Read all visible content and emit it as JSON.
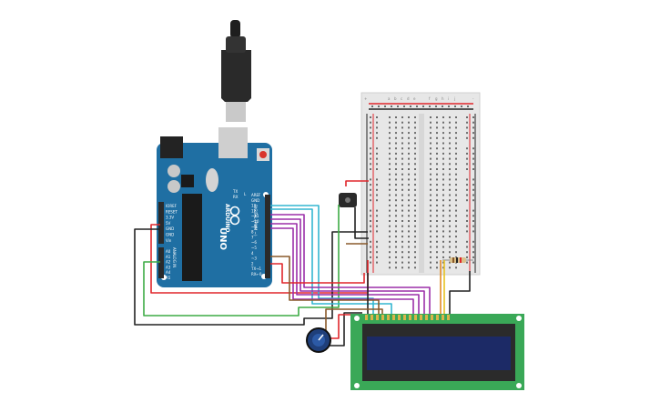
{
  "arduino": {
    "brand": "ARDUINO",
    "model": "UNO",
    "header_digital": "DIGITAL (PWM ~)",
    "header_analog": "ANALOG IN",
    "label_tx": "TX",
    "label_rx": "RX",
    "label_l": "L",
    "power_pins": [
      "IOREF",
      "RESET",
      "3.3V",
      "5V",
      "GND",
      "GND",
      "Vin"
    ],
    "analog_pins": [
      "A0",
      "A1",
      "A2",
      "A3",
      "A4",
      "A5"
    ],
    "digital_pins": [
      "AREF",
      "GND",
      "13",
      "12",
      "~11",
      "~10",
      "~9",
      "8",
      "7",
      "~6",
      "~5",
      "4",
      "~3",
      "2",
      "TX→1",
      "RX←0"
    ]
  },
  "breadboard": {
    "top_letters": [
      "a",
      "b",
      "c",
      "d",
      "e",
      "f",
      "g",
      "h",
      "i",
      "j"
    ],
    "rail_plus": "+",
    "rail_minus": "-"
  },
  "colors": {
    "board_blue": "#1f6fa3",
    "lcd_green": "#3aa857",
    "lcd_screen": "#1c2a66",
    "wire_red": "#e0262b",
    "wire_black": "#222222",
    "wire_green": "#3dab45",
    "wire_cyan": "#33b5d0",
    "wire_purple": "#9b2fa8",
    "wire_brown": "#8a5a2b",
    "wire_orange": "#e38a24",
    "wire_yellow": "#e8c21f"
  }
}
